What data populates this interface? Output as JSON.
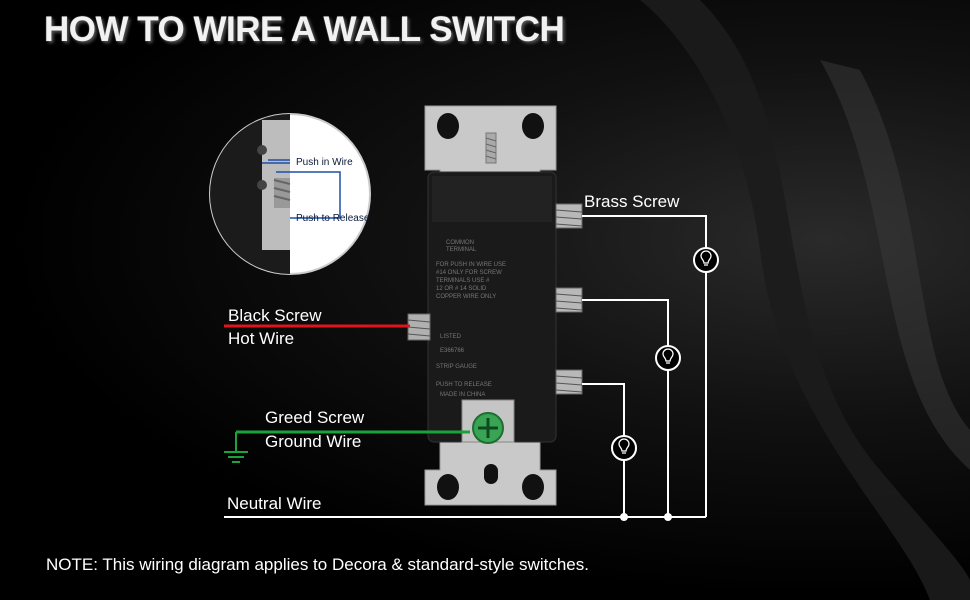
{
  "title": "HOW TO WIRE A WALL SWITCH",
  "labels": {
    "brass_screw": "Brass Screw",
    "black_screw": "Black Screw",
    "hot_wire": "Hot Wire",
    "green_screw": "Greed Screw",
    "ground_wire": "Ground Wire",
    "neutral_wire": "Neutral Wire"
  },
  "inset": {
    "push_in_wire": "Push in Wire",
    "push_to_release": "Push to Release"
  },
  "switch_print": {
    "line1": "COMMON",
    "line2": "TERMINAL",
    "line3": "FOR PUSH IN WIRE USE",
    "line4": "#14 ONLY FOR SCREW",
    "line5": "TERMINALS USE #",
    "line6": "12 OR # 14 SOLID",
    "line7": "COPPER WIRE ONLY",
    "line8": "LISTED",
    "line9": "E366766",
    "line10": "STRIP GAUGE",
    "line11": "PUSH TO RELEASE",
    "line12": "MADE IN CHINA"
  },
  "note": "NOTE: This wiring diagram applies to Decora & standard-style switches.",
  "colors": {
    "hot": "#e0141e",
    "ground": "#1aa33a",
    "neutral": "#ffffff",
    "inset_line": "#1e4fa8"
  },
  "icons": [
    "light-bulb-icon",
    "ground-symbol-icon",
    "screw-icon"
  ]
}
